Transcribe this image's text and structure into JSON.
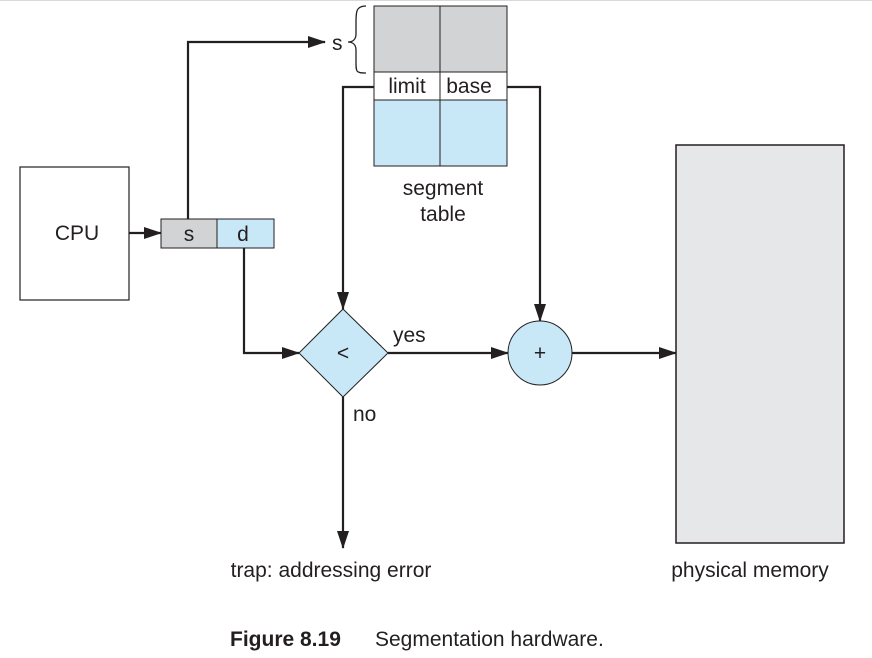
{
  "figure": {
    "caption_number": "Figure 8.19",
    "caption_text": "Segmentation hardware."
  },
  "cpu": {
    "label": "CPU"
  },
  "logical_address": {
    "segment_label": "s",
    "offset_label": "d"
  },
  "segment_table": {
    "index_label": "s",
    "limit_label": "limit",
    "base_label": "base",
    "title_line1": "segment",
    "title_line2": "table"
  },
  "comparator": {
    "symbol": "<",
    "yes_label": "yes",
    "no_label": "no"
  },
  "adder": {
    "symbol": "+"
  },
  "trap": {
    "label": "trap: addressing error"
  },
  "physical_memory": {
    "label": "physical memory"
  },
  "colors": {
    "gray_fill": "#d1d3d4",
    "blue_fill": "#c8e7f7",
    "memory_fill": "#e6e7e8",
    "stroke": "#231f20"
  }
}
